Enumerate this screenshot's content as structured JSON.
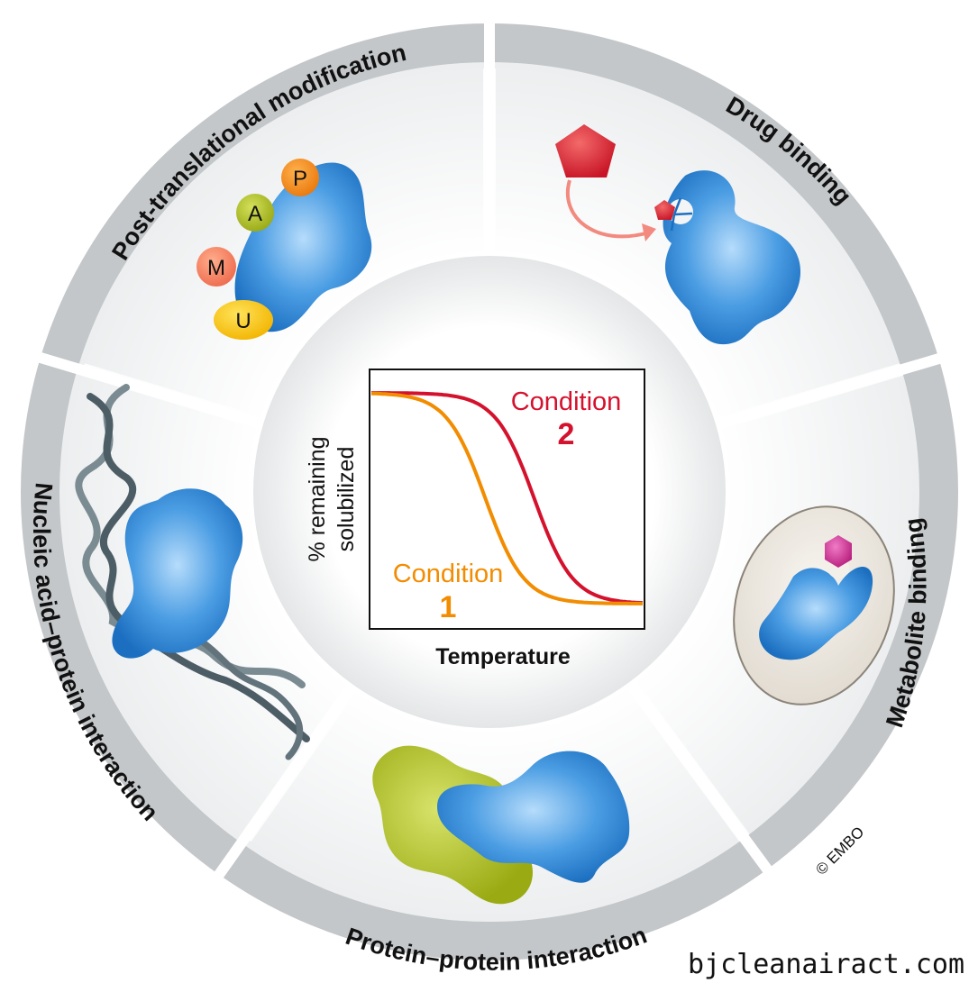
{
  "segments": {
    "ptm": "Post-translational modification",
    "drug": "Drug binding",
    "metabolite": "Metabolite binding",
    "ppi": "Protein–protein interaction",
    "nucleic": "Nucleic acid–protein interaction"
  },
  "ptm_marks": [
    "P",
    "A",
    "M",
    "U"
  ],
  "chart": {
    "ylabel_line1": "% remaining",
    "ylabel_line2": "solubilized",
    "xlabel": "Temperature",
    "condition2_word": "Condition",
    "condition2_num": "2",
    "condition1_word": "Condition",
    "condition1_num": "1"
  },
  "chart_data": {
    "type": "line",
    "xlabel": "Temperature",
    "ylabel": "% remaining solubilized",
    "series": [
      {
        "name": "Condition 1",
        "color": "#f28c00",
        "midpoint": 0.42,
        "steepness": 14
      },
      {
        "name": "Condition 2",
        "color": "#d4122d",
        "midpoint": 0.6,
        "steepness": 14
      }
    ],
    "xlim": [
      0,
      1
    ],
    "ylim": [
      0,
      1
    ],
    "ticks": "none",
    "grid": false
  },
  "colors": {
    "ring": "#c3c7c9",
    "protein_blue": "#2f86d2",
    "drug_red": "#d61f2f",
    "metabolite_magenta": "#c8258a",
    "partner_green": "#a6b71a",
    "dna": "#5d6e76"
  },
  "copyright": "© EMBO",
  "watermark": "bjcleanairact.com"
}
